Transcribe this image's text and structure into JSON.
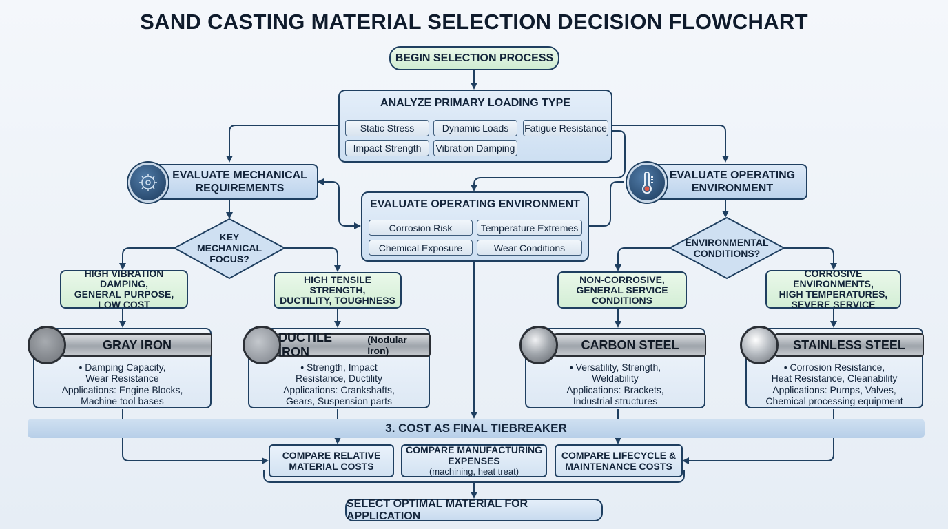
{
  "title": "SAND CASTING MATERIAL SELECTION DECISION FLOWCHART",
  "start": "BEGIN SELECTION PROCESS",
  "loading": {
    "heading": "ANALYZE PRIMARY LOADING TYPE",
    "options": [
      "Static Stress",
      "Dynamic Loads",
      "Fatigue Resistance",
      "Impact Strength",
      "Vibration Damping"
    ]
  },
  "mech_eval": {
    "line1": "EVALUATE MECHANICAL",
    "line2": "REQUIREMENTS",
    "icon": "mechanical-gears-icon"
  },
  "env_eval_right": {
    "line1": "EVALUATE OPERATING",
    "line2": "ENVIRONMENT",
    "icon": "thermometer-icon"
  },
  "environment": {
    "heading": "EVALUATE OPERATING ENVIRONMENT",
    "options": [
      "Corrosion Risk",
      "Temperature Extremes",
      "Chemical Exposure",
      "Wear Conditions"
    ]
  },
  "mech_decision": {
    "line1": "KEY",
    "line2": "MECHANICAL",
    "line3": "FOCUS?"
  },
  "env_decision": {
    "line1": "ENVIRONMENTAL",
    "line2": "CONDITIONS?"
  },
  "conditions": [
    {
      "line1": "HIGH VIBRATION DAMPING,",
      "line2": "GENERAL PURPOSE,",
      "line3": "LOW COST"
    },
    {
      "line1": "HIGH TENSILE STRENGTH,",
      "line2": "DUCTILITY, TOUGHNESS",
      "line3": ""
    },
    {
      "line1": "NON-CORROSIVE,",
      "line2": "GENERAL SERVICE",
      "line3": "CONDITIONS"
    },
    {
      "line1": "CORROSIVE ENVIRONMENTS,",
      "line2": "HIGH TEMPERATURES,",
      "line3": "SEVERE SERVICE"
    }
  ],
  "materials": [
    {
      "name": "GRAY IRON",
      "sub": "",
      "bullet1": "• Damping Capacity,",
      "bullet2": "Wear Resistance",
      "app1": "Applications: Engine Blocks,",
      "app2": "Machine tool bases"
    },
    {
      "name": "DUCTILE IRON",
      "sub": "(Nodular Iron)",
      "bullet1": "• Strength, Impact",
      "bullet2": "Resistance, Ductility",
      "app1": "Applications: Crankshafts,",
      "app2": "Gears, Suspension parts"
    },
    {
      "name": "CARBON STEEL",
      "sub": "",
      "bullet1": "• Versatility, Strength,",
      "bullet2": "Weldability",
      "app1": "Applications: Brackets,",
      "app2": "Industrial structures"
    },
    {
      "name": "STAINLESS STEEL",
      "sub": "",
      "bullet1": "• Corrosion Resistance,",
      "bullet2": "Heat Resistance, Cleanability",
      "app1": "Applications: Pumps, Valves,",
      "app2": "Chemical processing equipment"
    }
  ],
  "cost_band": "3. COST AS FINAL TIEBREAKER",
  "costs": [
    {
      "line1": "COMPARE RELATIVE",
      "line2": "MATERIAL COSTS",
      "line3": ""
    },
    {
      "line1": "COMPARE MANUFACTURING",
      "line2": "EXPENSES",
      "line3": "(machining, heat treat)"
    },
    {
      "line1": "COMPARE LIFECYCLE &",
      "line2": "MAINTENANCE COSTS",
      "line3": ""
    }
  ],
  "final": "SELECT OPTIMAL MATERIAL FOR APPLICATION",
  "colors": {
    "line": "#1f3f60",
    "green_fill": "#d3eed5",
    "blue_fill": "#cddff2"
  }
}
